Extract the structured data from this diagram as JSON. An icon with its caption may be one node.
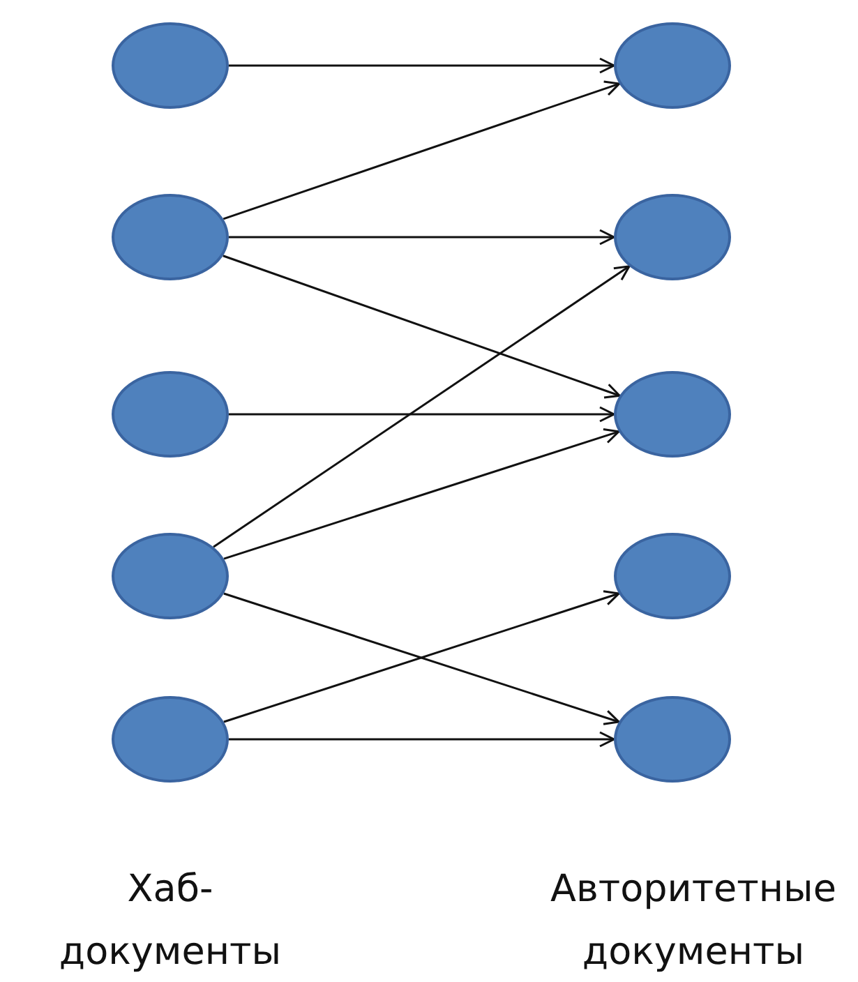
{
  "diagram": {
    "nodes": [
      {
        "text": [],
        "shape": "circle"
      },
      {
        "text": [],
        "shape": "circle"
      },
      {
        "text": [],
        "shape": "circle"
      },
      {
        "text": [],
        "shape": "circle"
      },
      {
        "text": [],
        "shape": "circle"
      },
      {
        "text": [],
        "shape": "circle"
      },
      {
        "text": [],
        "shape": "circle"
      },
      {
        "text": [],
        "shape": "circle"
      },
      {
        "text": [],
        "shape": "circle"
      },
      {
        "text": [],
        "shape": "circle"
      }
    ],
    "edges": [
      {
        "from": 0,
        "to": 5,
        "arrow": "to"
      },
      {
        "from": 1,
        "to": 5,
        "arrow": "to"
      },
      {
        "from": 1,
        "to": 6,
        "arrow": "to"
      },
      {
        "from": 1,
        "to": 7,
        "arrow": "to"
      },
      {
        "from": 2,
        "to": 7,
        "arrow": "to"
      },
      {
        "from": 3,
        "to": 6,
        "arrow": "to"
      },
      {
        "from": 3,
        "to": 7,
        "arrow": "to"
      },
      {
        "from": 3,
        "to": 9,
        "arrow": "to"
      },
      {
        "from": 4,
        "to": 8,
        "arrow": "to"
      },
      {
        "from": 4,
        "to": 9,
        "arrow": "to"
      }
    ],
    "labels": [
      "Хаб- документы",
      "Авторитетные документы"
    ]
  }
}
